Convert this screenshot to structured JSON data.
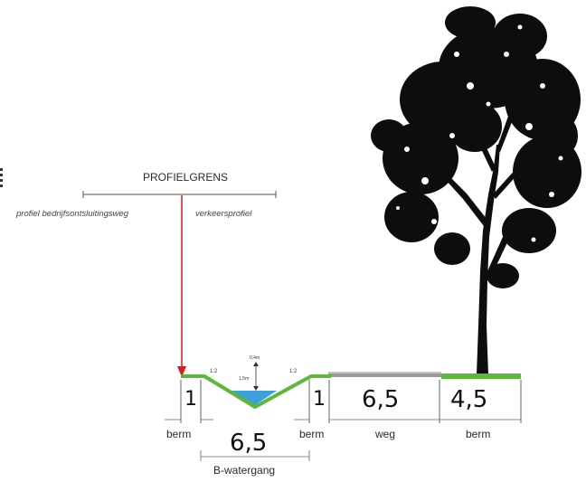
{
  "header": {
    "profile_boundary": "PROFIELGRENS",
    "left_label": "profiel bedrijfsontsluitingsweg",
    "right_label": "verkeersprofiel"
  },
  "ditch": {
    "slope_left": "1:2",
    "slope_right": "1:2",
    "water_depth": "0,4m",
    "water_level": "1,5m"
  },
  "segments": [
    {
      "width": "1",
      "label": "berm"
    },
    {
      "width": "6,5",
      "label": "B-watergang"
    },
    {
      "width": "1",
      "label": "berm"
    },
    {
      "width": "6,5",
      "label": "weg"
    },
    {
      "width": "4,5",
      "label": "berm"
    }
  ],
  "colors": {
    "grass": "#5cb83a",
    "water": "#3f9fd8",
    "road": "#9a9a9a",
    "boundary_arrow": "#e01b1b",
    "tree": "#0d0d0d"
  },
  "icons": [
    "tree-icon",
    "boundary-arrow-icon"
  ]
}
